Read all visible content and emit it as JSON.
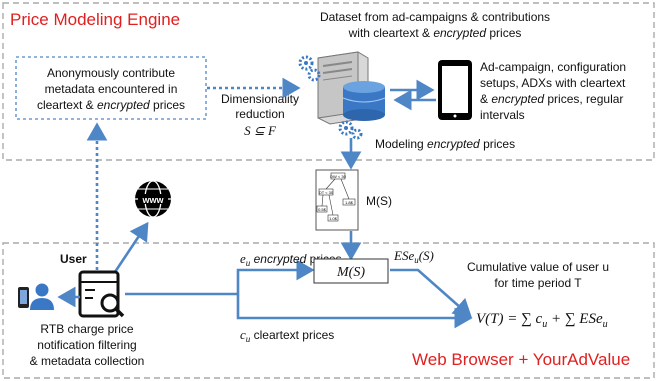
{
  "panels": {
    "top_title": "Price Modeling Engine",
    "bottom_title": "Web Browser + YourAdValue"
  },
  "top": {
    "dataset_line1": "Dataset from ad-campaigns & contributions",
    "dataset_line2_a": "with cleartext & ",
    "dataset_line2_b": "encrypted",
    "dataset_line2_c": " prices",
    "contrib_line1": "Anonymously contribute",
    "contrib_line2": "metadata encountered in",
    "contrib_line3_a": "cleartext & ",
    "contrib_line3_b": "encrypted",
    "contrib_line3_c": " prices",
    "dim_line1": "Dimensionality",
    "dim_line2": "reduction",
    "dim_formula": "S ⊆ F",
    "adcamp_line1": "Ad-campaign, configuration",
    "adcamp_line2": "setups, ADXs with cleartext",
    "adcamp_line3_a": "& ",
    "adcamp_line3_b": "encrypted",
    "adcamp_line3_c": " prices, regular",
    "adcamp_line4": "intervals",
    "modeling_a": "Modeling ",
    "modeling_b": "encrypted",
    "modeling_c": " prices",
    "ms_label": "M(S)",
    "tree_root": "DW < 30",
    "tree_left": "DT < 30",
    "tree_right": "1.8$",
    "tree_ll": "0.5$",
    "tree_lr": "1.0$"
  },
  "bottom": {
    "user_label": "User",
    "rtb_line1": "RTB charge price",
    "rtb_line2": "notification filtering",
    "rtb_line3": "& metadata collection",
    "eu_sym": "e",
    "eu_sub": "u",
    "eu_text_a": " ",
    "eu_text_b": "encrypted",
    "eu_text_c": " prices",
    "cu_sym": "c",
    "cu_sub": "u",
    "cu_text": " cleartext prices",
    "ms_box": "M(S)",
    "ese_main": "ESe",
    "ese_sub": "u",
    "ese_arg": "(S)",
    "cum_line1": "Cumulative value of user u",
    "cum_line2": "for time period T",
    "formula": "V(T) = ∑ c",
    "formula_sub1": "u",
    "formula_mid": " + ∑ ESe",
    "formula_sub2": "u"
  },
  "colors": {
    "arrow_blue": "#4f86c6",
    "panel_border": "#aaaaaa",
    "title_red": "#e02020",
    "database_blue": "#3a78c6",
    "gear_blue": "#3a78c6"
  },
  "icons": [
    "globe-icon",
    "phone-icon",
    "user-icon",
    "browser-filter-icon",
    "server-icon",
    "database-icon",
    "tablet-icon",
    "gear-icon",
    "decision-tree-icon"
  ]
}
